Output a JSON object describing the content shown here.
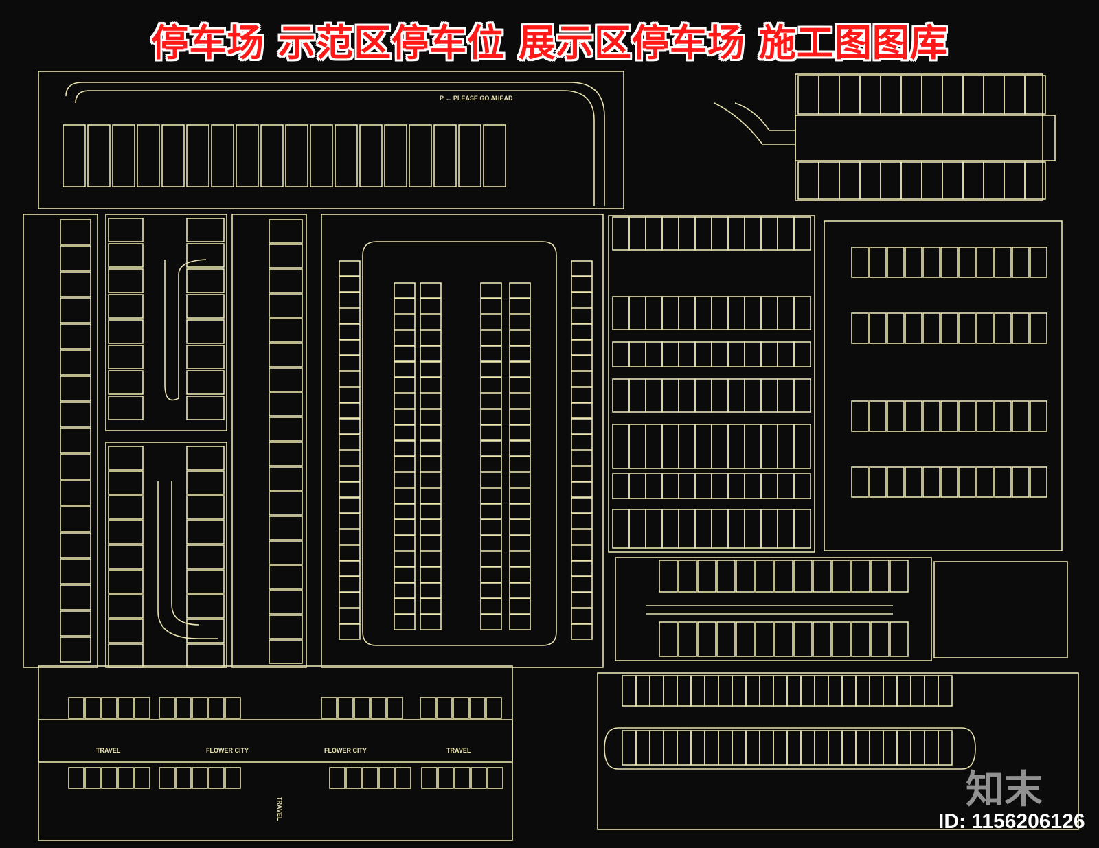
{
  "title": "停车场 示范区停车位 展示区停车场 施工图图库",
  "labels": {
    "please_go_ahead": "P ← PLEASE GO AHEAD",
    "travel_left": "TRAVEL",
    "flower_city_1": "FLOWER CITY",
    "flower_city_2": "FLOWER CITY",
    "travel_right": "TRAVEL",
    "travel_vertical": "TRAVEL"
  },
  "watermark": {
    "logo": "知末",
    "id": "ID: 1156206126"
  },
  "colors": {
    "background": "#0b0b0b",
    "line": "#e8e3b0",
    "title": "#ff1a1a"
  }
}
